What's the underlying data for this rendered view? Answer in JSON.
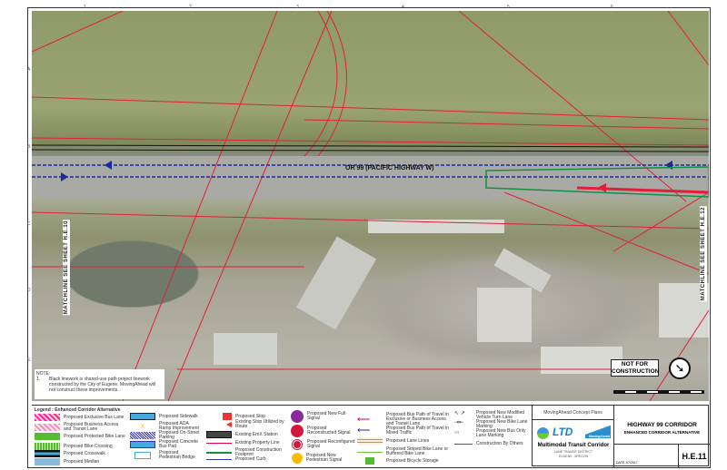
{
  "map": {
    "road_label": "OR 99 (PACIFIC HIGHWAY W)",
    "matchline_left": "MATCHLINE SEE SHEET H.E.10",
    "matchline_right": "MATCHLINE SEE SHEET H.E.12",
    "stamp": "NOT FOR CONSTRUCTION",
    "ruler_numbers": [
      "1",
      "2",
      "3",
      "4",
      "5",
      "6"
    ],
    "ruler_letters": [
      "A",
      "B",
      "C",
      "D",
      "E"
    ],
    "note_title": "NOTE:",
    "note_number": "1.",
    "note_text": "Black linework is shared-use path project linework constructed by the City of Eugene. MovingAhead will not construct these improvements."
  },
  "legend": {
    "title": "Legend : Enhanced Corridor Alternative",
    "items": [
      "Proposed Exclusive Bus Lane",
      "Proposed Business Access and Transit Lane",
      "Proposed Protected Bike Lane",
      "Proposed Bike Crossing",
      "Proposed Crosswalk",
      "Proposed Median",
      "Proposed Sidewalk",
      "Proposed ADA Ramp Improvement",
      "Proposed On-Street Parking",
      "Proposed Concrete Bus Pad",
      "Proposed Pedestrian Bridge",
      "Proposed Stop",
      "Existing Stop Utilized by Route",
      "Existing EmX Station",
      "Existing Property Line",
      "Proposed Construction Footprint",
      "Proposed Curb",
      "Proposed New Full Signal",
      "Proposed Reconstructed Signal",
      "Proposed Reconfigured Signal",
      "Proposed New Pedestrian Signal",
      "Proposed Bus Path of Travel in Exclusive or Business Access and Transit Lane",
      "Proposed Bus Path of Travel in Mixed Traffic",
      "Proposed Lane Lines",
      "Proposed Striped Bike Lane or Buffered Bike Lane",
      "Proposed Bicycle Storage",
      "Proposed New Modified Vehicle Turn Lane",
      "Proposed New Bike Lane Marking",
      "Proposed New Bus Only Lane Marking",
      "Construction By Others"
    ]
  },
  "title_block": {
    "header": "MovingAhead Concept Plans",
    "project": "Multimodal Transit Corridor",
    "agency": "LANE TRANSIT DISTRICT",
    "city": "EUGENE, OREGON",
    "logo_ltd": "LTD",
    "logo_moving": "MovingAhead",
    "corridor": "HIGHWAY 99 CORRIDOR",
    "alternative": "ENHANCED CORRIDOR ALTERNATIVE",
    "date": "DATE: 07/2017",
    "sheet": "H.E.11"
  },
  "colors": {
    "property": "#e0203a",
    "bus_lane": "#1a2a9a",
    "footprint": "#139040"
  }
}
